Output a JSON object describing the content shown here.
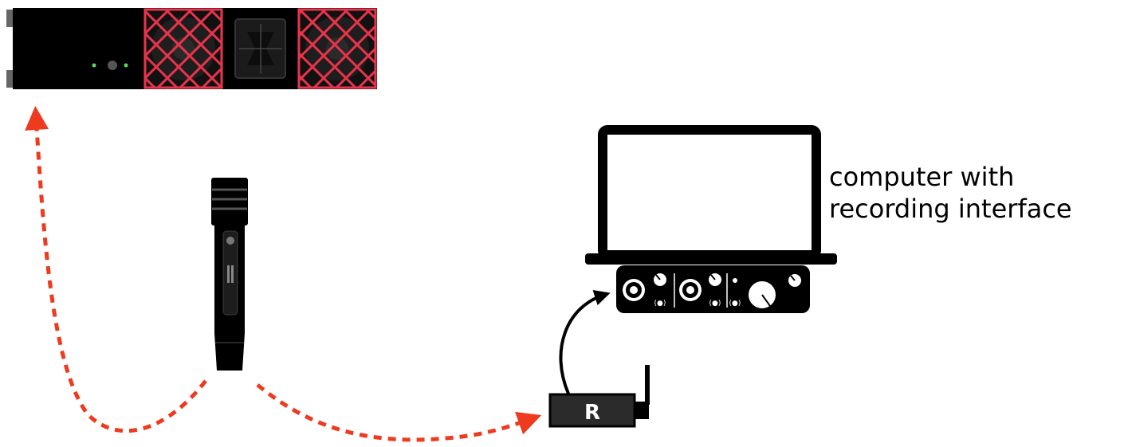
{
  "caption": {
    "line1": "computer with",
    "line2": "recording interface"
  },
  "receiver": {
    "label": "R"
  },
  "colors": {
    "wireless_path": "#ee3a1f",
    "speaker_grille": "#e8334a",
    "device_body": "#000000"
  }
}
